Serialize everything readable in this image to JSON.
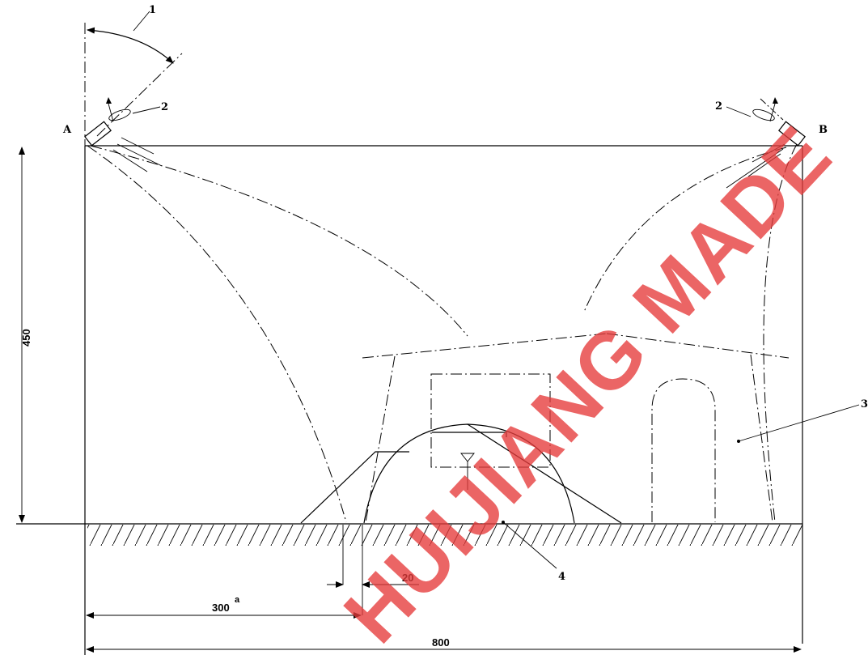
{
  "labels": {
    "point_a": "A",
    "point_b": "B",
    "callout_1": "1",
    "callout_2_left": "2",
    "callout_2_right": "2",
    "callout_3": "3",
    "callout_4": "4"
  },
  "dimensions": {
    "height": "450",
    "span_300": "300",
    "span_300_note": "a",
    "gap_20": "20",
    "width_800": "800"
  },
  "watermark": {
    "text": "HUIJIANG MADE",
    "color": "#e63b3b"
  },
  "colors": {
    "line": "#000000",
    "background": "#ffffff"
  }
}
